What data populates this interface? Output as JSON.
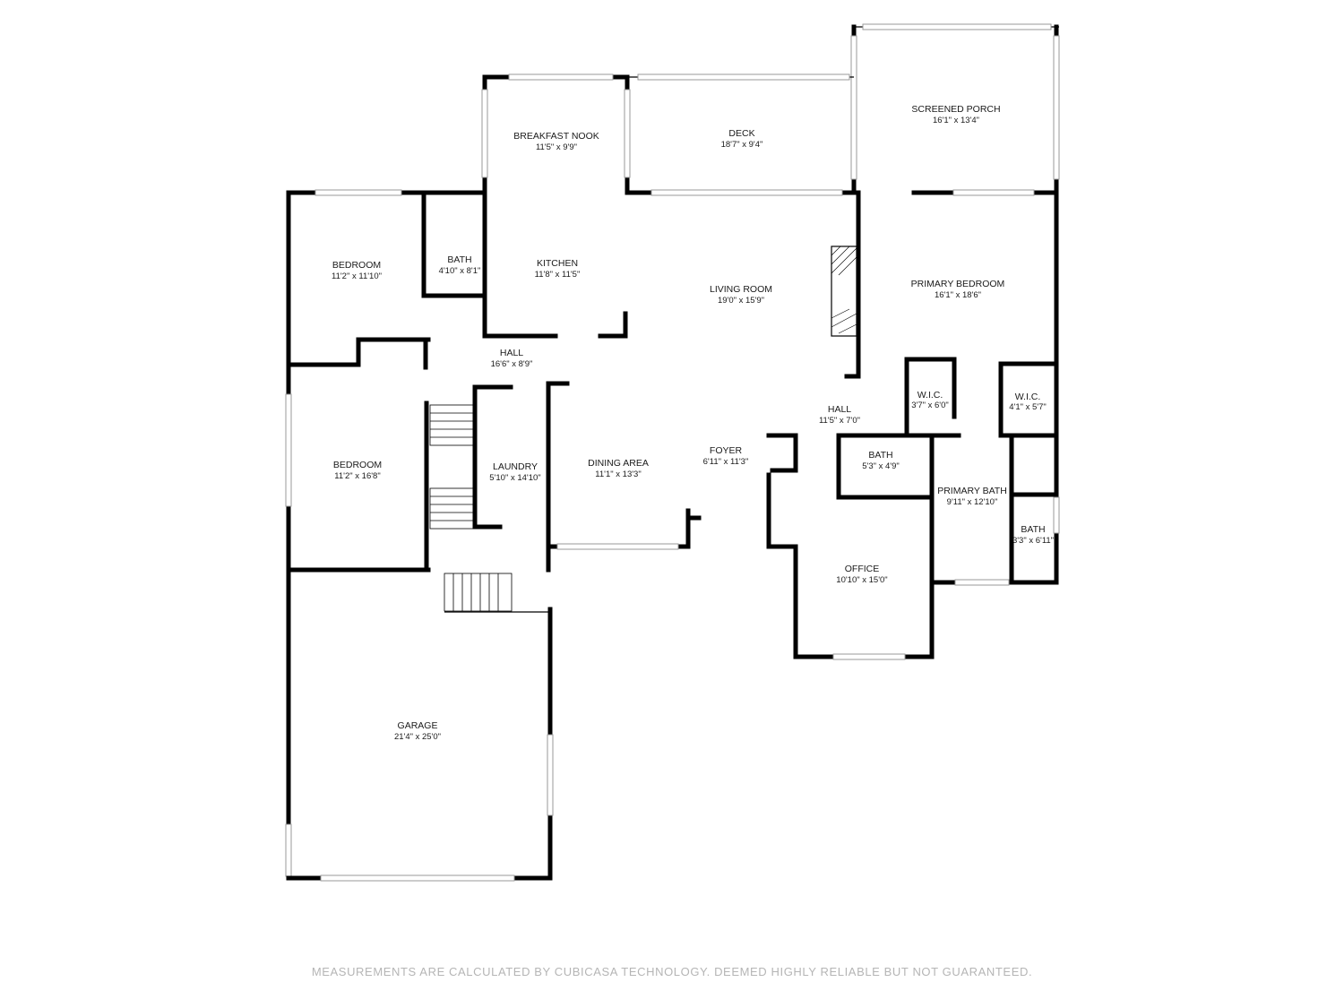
{
  "rooms": {
    "screened_porch": {
      "name": "SCREENED PORCH",
      "dims": "16'1\" x 13'4\""
    },
    "deck": {
      "name": "DECK",
      "dims": "18'7\" x 9'4\""
    },
    "breakfast_nook": {
      "name": "BREAKFAST NOOK",
      "dims": "11'5\" x 9'9\""
    },
    "bedroom_1": {
      "name": "BEDROOM",
      "dims": "11'2\" x 11'10\""
    },
    "bath_1": {
      "name": "BATH",
      "dims": "4'10\" x 8'1\""
    },
    "kitchen": {
      "name": "KITCHEN",
      "dims": "11'8\" x 11'5\""
    },
    "living_room": {
      "name": "LIVING ROOM",
      "dims": "19'0\" x 15'9\""
    },
    "primary_bedroom": {
      "name": "PRIMARY BEDROOM",
      "dims": "16'1\" x 18'6\""
    },
    "hall_1": {
      "name": "HALL",
      "dims": "16'6\" x 8'9\""
    },
    "wic_1": {
      "name": "W.I.C.",
      "dims": "3'7\" x 6'0\""
    },
    "wic_2": {
      "name": "W.I.C.",
      "dims": "4'1\" x 5'7\""
    },
    "hall_2": {
      "name": "HALL",
      "dims": "11'5\" x 7'0\""
    },
    "bedroom_2": {
      "name": "BEDROOM",
      "dims": "11'2\" x 16'8\""
    },
    "laundry": {
      "name": "LAUNDRY",
      "dims": "5'10\" x 14'10\""
    },
    "dining_area": {
      "name": "DINING AREA",
      "dims": "11'1\" x 13'3\""
    },
    "foyer": {
      "name": "FOYER",
      "dims": "6'11\" x 11'3\""
    },
    "bath_2": {
      "name": "BATH",
      "dims": "5'3\" x 4'9\""
    },
    "primary_bath": {
      "name": "PRIMARY BATH",
      "dims": "9'11\" x 12'10\""
    },
    "bath_3": {
      "name": "BATH",
      "dims": "3'3\" x 6'11\""
    },
    "office": {
      "name": "OFFICE",
      "dims": "10'10\" x 15'0\""
    },
    "garage": {
      "name": "GARAGE",
      "dims": "21'4\" x 25'0\""
    }
  },
  "disclaimer": "MEASUREMENTS ARE CALCULATED BY CUBICASA TECHNOLOGY. DEEMED HIGHLY RELIABLE BUT NOT GUARANTEED.",
  "colors": {
    "wall": "#000000",
    "window": "#9a9a9a",
    "disclaimer": "#b5b5b5",
    "background": "#ffffff"
  }
}
